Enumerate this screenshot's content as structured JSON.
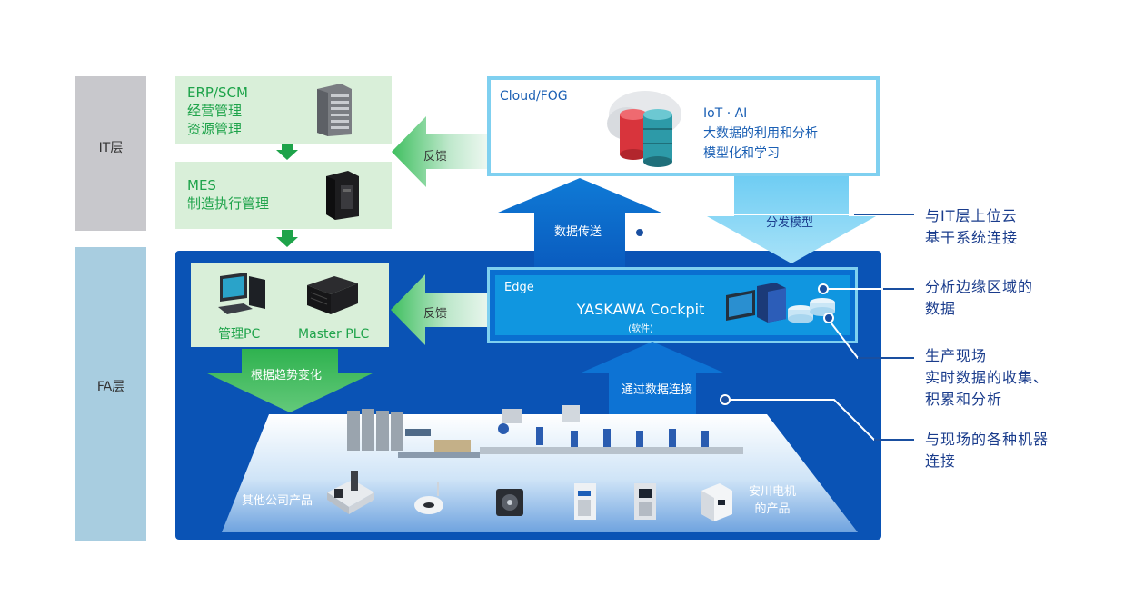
{
  "layers": {
    "it": "IT层",
    "fa": "FA层"
  },
  "it_boxes": {
    "erp": [
      "ERP/SCM",
      "经营管理",
      "资源管理"
    ],
    "mes": [
      "MES",
      "制造执行管理"
    ]
  },
  "cloud": {
    "title": "Cloud/FOG",
    "lines": [
      "IoT · AI",
      "大数据的利用和分析",
      "模型化和学习"
    ]
  },
  "arrows": {
    "feedback_top": "反馈",
    "feedback_mid": "反馈",
    "data_send": "数据传送",
    "distribute_model": "分发模型",
    "trend_change": "根据趋势变化",
    "data_connect": "通过数据连接"
  },
  "fa_box": {
    "pc": "管理PC",
    "plc": "Master PLC"
  },
  "edge": {
    "title": "Edge",
    "name": "YASKAWA Cockpit",
    "sub": "(软件)"
  },
  "platform": {
    "left": "其他公司产品",
    "right": [
      "安川电机",
      "的产品"
    ]
  },
  "callouts": [
    [
      "与IT层上位云",
      "基干系统连接"
    ],
    [
      "分析边缘区域的",
      "数据"
    ],
    [
      "生产现场",
      "实时数据的收集、",
      "积累和分析"
    ],
    [
      "与现场的各种机器",
      "连接"
    ]
  ],
  "colors": {
    "fa_blue": "#0a53b5",
    "green": "#1ea34a",
    "light_green": "#d9efd9",
    "cyan_border": "#7fd0f0",
    "callout_text": "#1a3c8c"
  }
}
